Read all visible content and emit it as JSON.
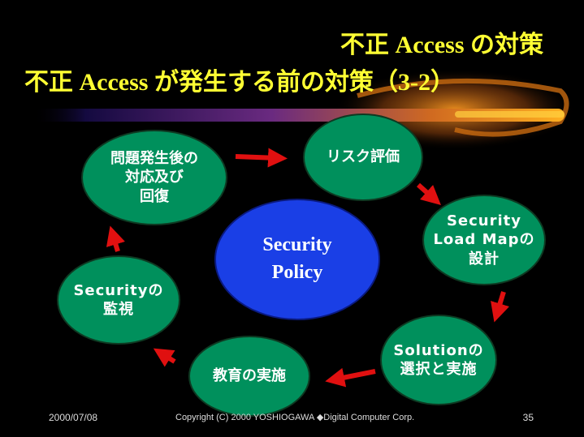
{
  "slide": {
    "title_line1": "不正 Access の対策",
    "title_line2": "不正 Access が発生する前の対策（3-2）",
    "center_label": "Security\nPolicy",
    "nodes": {
      "recovery": "問題発生後の\n対応及び\n回復",
      "risk": "リスク評価",
      "loadmap": "Security\nLoad Mapの\n設計",
      "solution": "Solutionの\n選択と実施",
      "education": "教育の実施",
      "monitor": "Securityの\n監視"
    },
    "footer": {
      "date": "2000/07/08",
      "copyright": "Copyright (C) 2000 YOSHIOGAWA ◆Digital Computer Corp.",
      "page_number": "35"
    }
  },
  "colors": {
    "background": "#000000",
    "title": "#ffff33",
    "node_fill": "#00905c",
    "center_fill": "#1a3fe6",
    "arrow": "#e01010",
    "swoosh": "#ff9900"
  }
}
